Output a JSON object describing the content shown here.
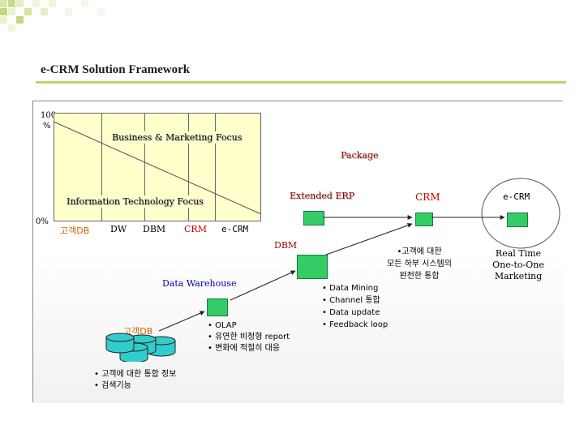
{
  "header": {
    "title": "e-CRM Solution Framework"
  },
  "chart_axis": {
    "top": "100",
    "top_unit": "%",
    "bottom": "0%"
  },
  "chart_labels": {
    "business_focus": "Business & Marketing Focus",
    "it_focus": "Information Technology Focus",
    "cats": [
      "고객DB",
      "DW",
      "DBM",
      "CRM",
      "e-CRM"
    ]
  },
  "diagram": {
    "package": "Package",
    "extended_erp": "Extended ERP",
    "crm": "CRM",
    "ecrm": "e-CRM",
    "dbm": "DBM",
    "data_warehouse": "Data Warehouse",
    "customer_db": "고객DB",
    "integration_note": [
      "•고객에 대한",
      "모든 하부 시스템의",
      "완전한 통합"
    ],
    "ecrm_note": [
      "Real Time",
      "One-to-One",
      "Marketing"
    ],
    "dbm_bullets": [
      "• Data Mining",
      "• Channel 통합",
      "• Data update",
      "• Feedback loop"
    ],
    "dw_bullets": [
      "• OLAP",
      "• 유연한 비정형 report",
      "• 변화에 적절히 대응"
    ],
    "db_bullets": [
      "• 고객에 대한 통합 정보",
      "• 검색기능"
    ]
  },
  "colors": {
    "accent_green": "#33cc66",
    "chart_fill": "#ffffcc",
    "header_line": "#b6d86a"
  }
}
